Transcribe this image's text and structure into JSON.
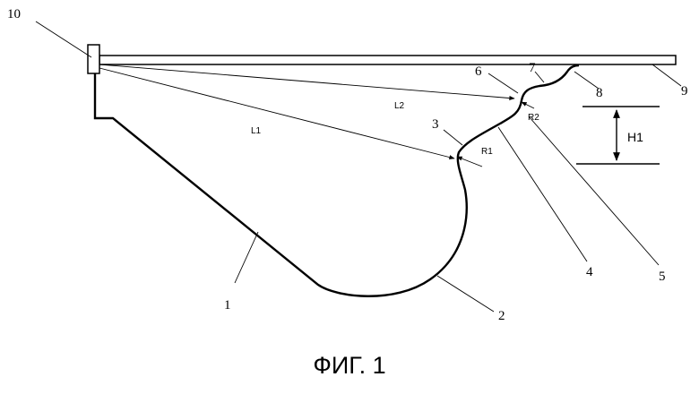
{
  "figure": {
    "caption": "ФИГ. 1",
    "reference_numerals": {
      "n1": "1",
      "n2": "2",
      "n3": "3",
      "n4": "4",
      "n5": "5",
      "n6": "6",
      "n7": "7",
      "n8": "8",
      "n9": "9",
      "n10": "10"
    },
    "labels": {
      "L1": "L1",
      "L2": "L2",
      "R1": "R1",
      "R2": "R2",
      "H1": "H1"
    }
  }
}
